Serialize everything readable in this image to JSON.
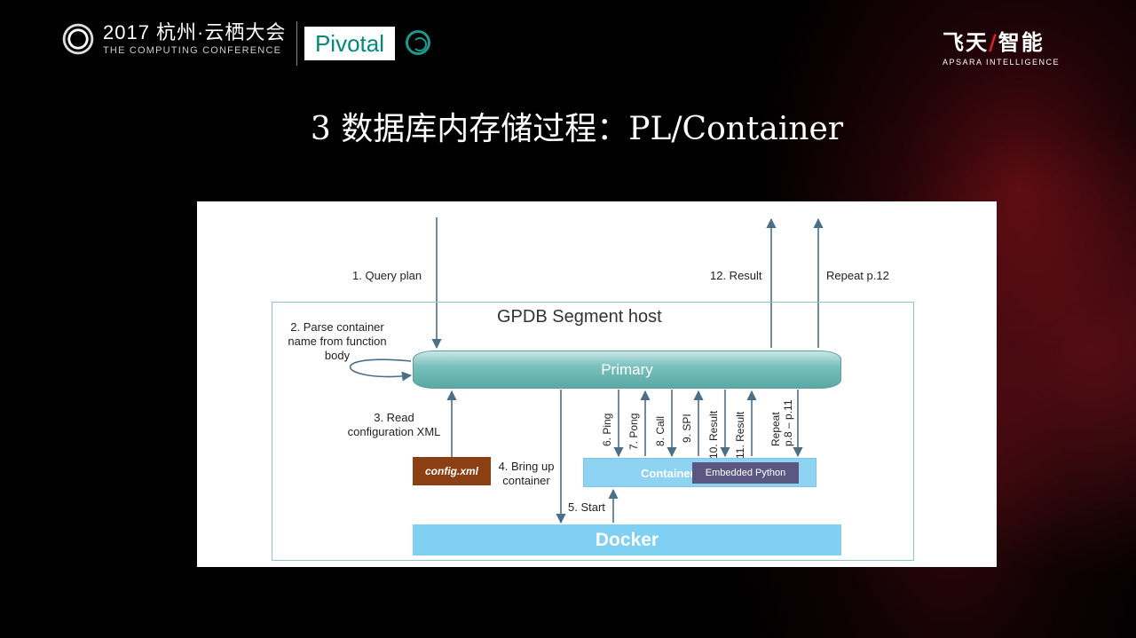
{
  "header": {
    "conference_title": "2017 杭州·云栖大会",
    "conference_subtitle": "THE COMPUTING CONFERENCE",
    "partner_logo_text": "Pivotal",
    "apsara_title_a": "飞天",
    "apsara_title_b": "智能",
    "apsara_subtitle": "APSARA INTELLIGENCE"
  },
  "slide": {
    "title": "3 数据库内存储过程：PL/Container"
  },
  "diagram": {
    "host_title": "GPDB Segment host",
    "primary_label": "Primary",
    "config_label": "config.xml",
    "container_label": "Container",
    "embedded_label": "Embedded Python",
    "docker_label": "Docker",
    "steps": {
      "query_plan": "1. Query plan",
      "parse_container_1": "2. Parse container",
      "parse_container_2": "name from function",
      "parse_container_3": "body",
      "read_config_1": "3. Read",
      "read_config_2": "configuration XML",
      "bring_up_1": "4. Bring up",
      "bring_up_2": "container",
      "start": "5. Start",
      "ping": "6. Ping",
      "pong": "7. Pong",
      "call": "8. Call",
      "spi": "9. SPI",
      "result_10": "10. Result",
      "result_11": "11. Result",
      "repeat_1": "Repeat",
      "repeat_2": "p.8 – p.11",
      "result_12": "12. Result",
      "repeat_12": "Repeat p.12"
    },
    "colors": {
      "arrow": "#4a6f86",
      "primary": "#6fb8b4",
      "config": "#8b3f12",
      "container": "#8fd3f2",
      "embedded": "#5c5780",
      "docker": "#7fd0f2"
    }
  }
}
